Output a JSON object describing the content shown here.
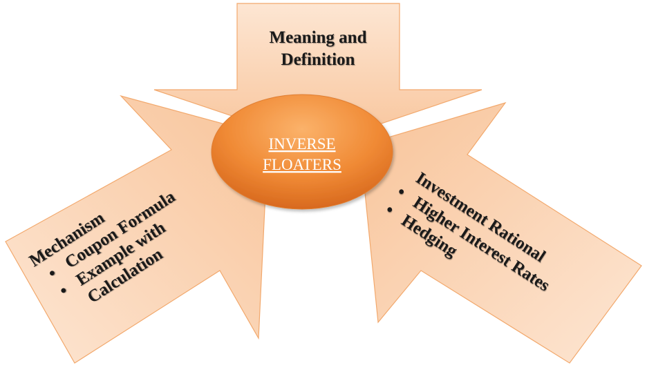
{
  "center": {
    "line1": "INVERSE",
    "line2": "FLOATERS"
  },
  "top_arrow": {
    "line1": "Meaning and",
    "line2": "Definition"
  },
  "left_arrow": {
    "heading": "Mechanism",
    "bullets": [
      {
        "marker": "•",
        "text": "Coupon Formula"
      },
      {
        "marker": "•",
        "text": "Example with"
      },
      {
        "marker": "",
        "text": "Calculation"
      }
    ]
  },
  "right_arrow": {
    "heading": "Investment Rational",
    "bullets": [
      {
        "marker": "•",
        "text": "Higher Interest Rates"
      },
      {
        "marker": "•",
        "text": "Hedging"
      }
    ]
  },
  "colors": {
    "arrow_fill_light": "#fde3cf",
    "arrow_fill_dark": "#f8c59c",
    "arrow_stroke": "#f2a86c",
    "ellipse_fill_light": "#f9a55a",
    "ellipse_fill_dark": "#d8691e"
  }
}
